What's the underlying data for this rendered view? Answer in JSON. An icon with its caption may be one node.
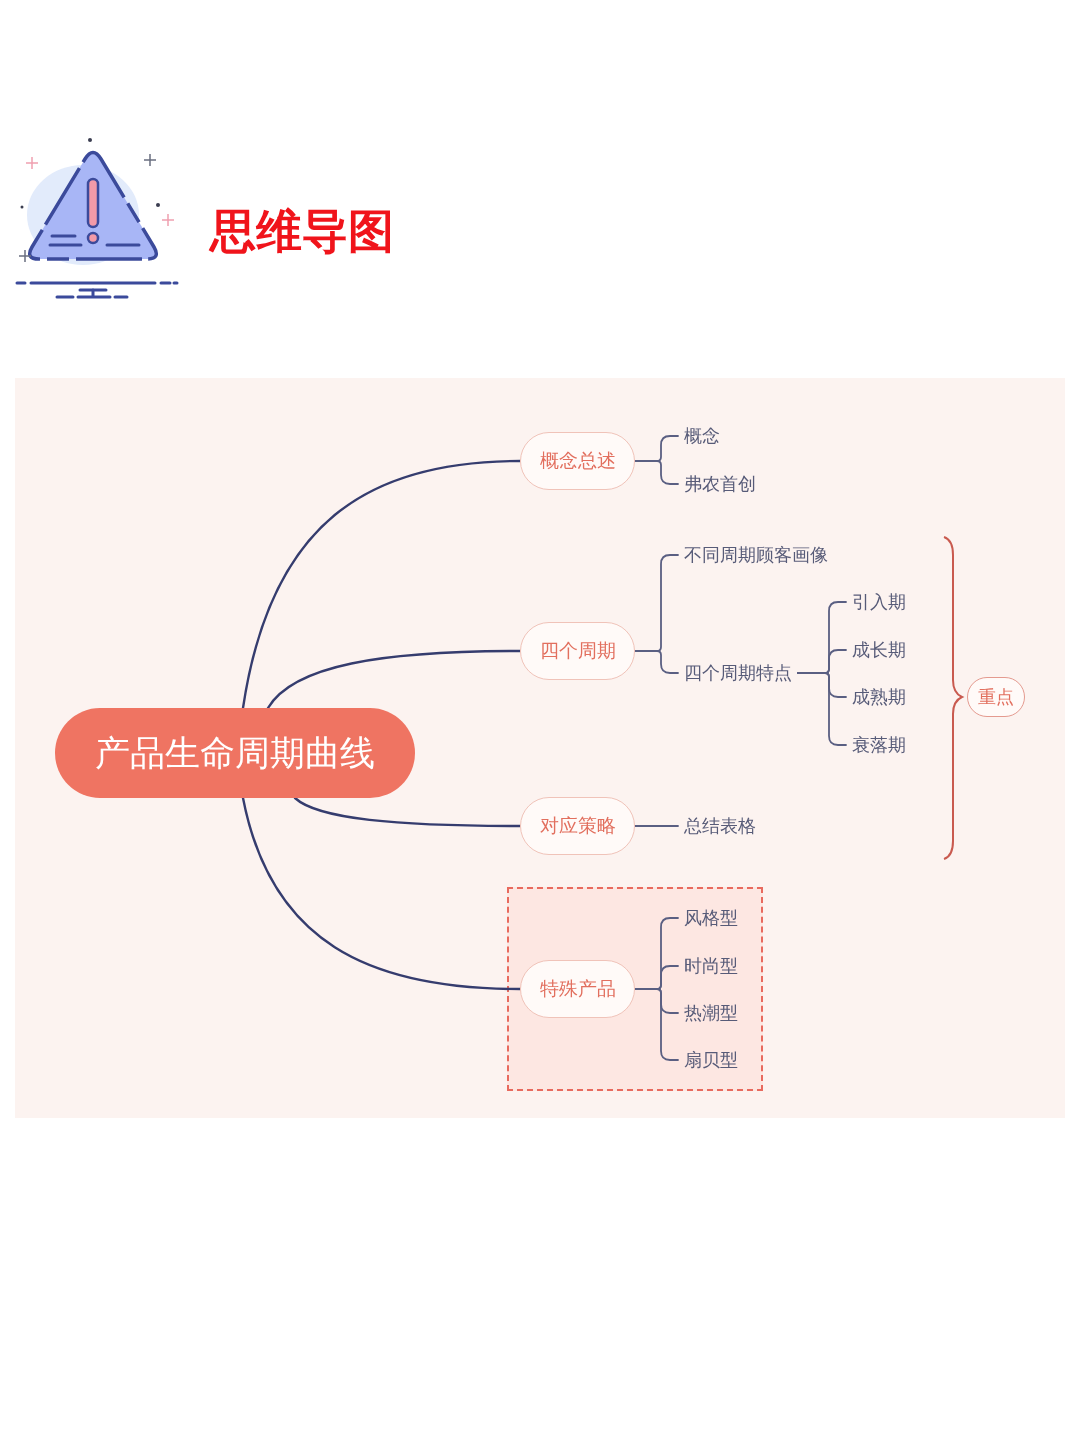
{
  "diagram": {
    "title": "思维导图",
    "nodes": [
      {
        "text": [
          "产品生命周期曲线"
        ]
      },
      {
        "text": [
          "概念总述"
        ]
      },
      {
        "text": [
          "概念"
        ]
      },
      {
        "text": [
          "弗农首创"
        ]
      },
      {
        "text": [
          "四个周期"
        ]
      },
      {
        "text": [
          "不同周期顾客画像"
        ]
      },
      {
        "text": [
          "四个周期特点"
        ]
      },
      {
        "text": [
          "引入期"
        ]
      },
      {
        "text": [
          "成长期"
        ]
      },
      {
        "text": [
          "成熟期"
        ]
      },
      {
        "text": [
          "衰落期"
        ]
      },
      {
        "text": [
          "对应策略"
        ]
      },
      {
        "text": [
          "总结表格"
        ]
      },
      {
        "text": [
          "重点"
        ]
      },
      {
        "text": [],
        "shape": "box"
      },
      {
        "text": [
          "特殊产品"
        ],
        "in": 14
      },
      {
        "text": [
          "风格型"
        ],
        "in": 14
      },
      {
        "text": [
          "时尚型"
        ],
        "in": 14
      },
      {
        "text": [
          "热潮型"
        ],
        "in": 14
      },
      {
        "text": [
          "扇贝型"
        ],
        "in": 14
      }
    ],
    "edges": [
      {
        "from": 0,
        "to": 1,
        "arrow": "none"
      },
      {
        "from": 0,
        "to": 4,
        "arrow": "none"
      },
      {
        "from": 0,
        "to": 11,
        "arrow": "none"
      },
      {
        "from": 0,
        "to": 15,
        "arrow": "none"
      },
      {
        "from": 1,
        "to": 2,
        "arrow": "none"
      },
      {
        "from": 1,
        "to": 3,
        "arrow": "none"
      },
      {
        "from": 4,
        "to": 5,
        "arrow": "none"
      },
      {
        "from": 4,
        "to": 6,
        "arrow": "none"
      },
      {
        "from": 6,
        "to": 7,
        "arrow": "none"
      },
      {
        "from": 6,
        "to": 8,
        "arrow": "none"
      },
      {
        "from": 6,
        "to": 9,
        "arrow": "none"
      },
      {
        "from": 6,
        "to": 10,
        "arrow": "none"
      },
      {
        "from": 11,
        "to": 12,
        "arrow": "none"
      },
      {
        "from": 15,
        "to": 16,
        "arrow": "none"
      },
      {
        "from": 15,
        "to": 17,
        "arrow": "none"
      },
      {
        "from": 15,
        "to": 18,
        "arrow": "none"
      },
      {
        "from": 15,
        "to": 19,
        "arrow": "none"
      }
    ]
  }
}
